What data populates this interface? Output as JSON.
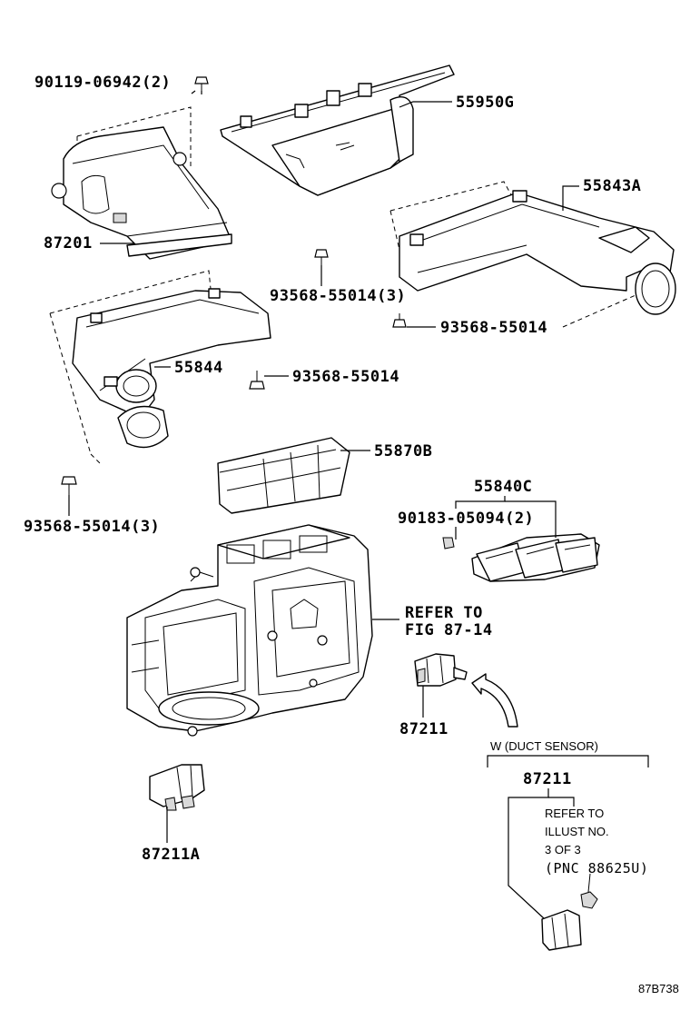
{
  "labels": {
    "bolt_top": "90119-06942(2)",
    "duct_top": "55950G",
    "duct_right": "55843A",
    "cover_left": "87201",
    "screw_a": "93568-55014(3)",
    "screw_b": "93568-55014",
    "duct_left": "55844",
    "screw_c": "93568-55014",
    "filter": "55870B",
    "louver": "55840C",
    "louver_screw": "90183-05094(2)",
    "screw_d": "93568-55014(3)",
    "refer_line1": "REFER TO",
    "refer_line2": "FIG 87-14",
    "blower": "87211",
    "blower_a": "87211A",
    "inset_header": "W (DUCT SENSOR)",
    "inset_part": "87211",
    "inset_note_1": "REFER TO",
    "inset_note_2": "ILLUST NO.",
    "inset_note_3": "3 OF 3",
    "inset_note_4": "(PNC 88625U)",
    "figure_id": "87B738"
  }
}
